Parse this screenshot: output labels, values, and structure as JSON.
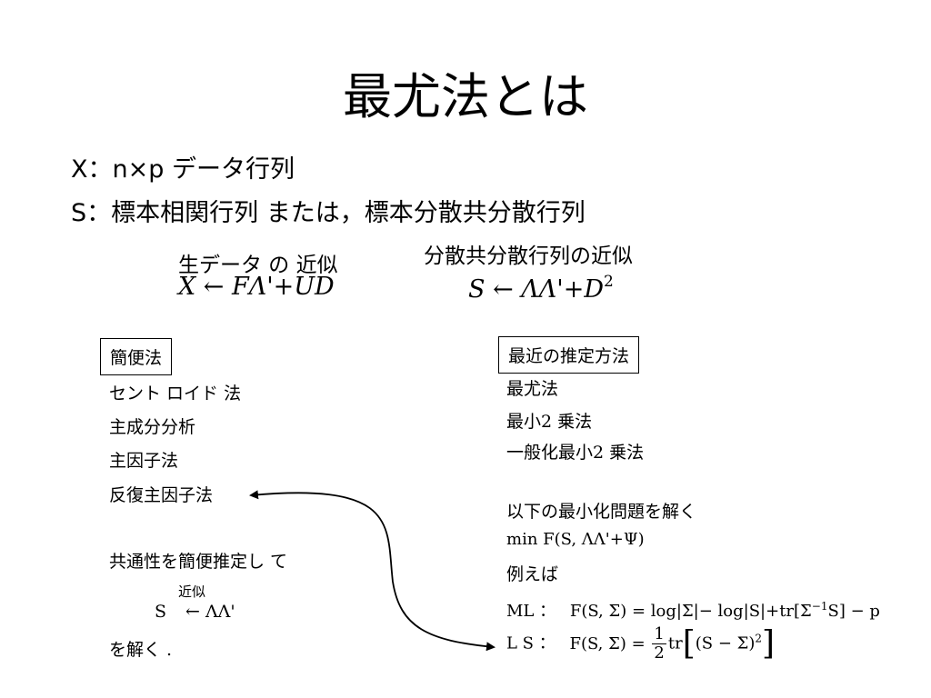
{
  "title": "最尤法とは",
  "bullets": [
    "X：n×p データ行列",
    "S：標本相関行列 または，標本分散共分散行列"
  ],
  "data_approx": {
    "caption": "生データ の 近似",
    "formula": "X ← FΛ'+UD"
  },
  "cov_approx": {
    "caption": "分散共分散行列の近似",
    "formula": "S ← ΛΛ'+D",
    "exponent": "2"
  },
  "left_section": {
    "heading": "簡便法",
    "items": [
      "セント ロイド 法",
      "主成分分析",
      "主因子法",
      "反復主因子法"
    ],
    "note": "共通性を簡便推定し て",
    "approx_label": "近似",
    "relation_lhs": "S",
    "relation_rhs": "← ΛΛ'",
    "closing": "を解く ."
  },
  "right_section": {
    "heading": "最近の推定方法",
    "items": [
      "最尤法",
      "最小2 乗法",
      "一般化最小2 乗法"
    ],
    "problem_intro": "以下の最小化問題を解く",
    "objective": "min F(S, ΛΛ'+Ψ)",
    "example_label": "例えば",
    "ml_label": "ML ：",
    "ml_formula": "F(S, Σ) = log|Σ|− log|S|+tr[Σ",
    "ml_exponent": "−1",
    "ml_tail": "S] − p",
    "ls_label": "L S ：",
    "ls_formula_head": "F(S, Σ) =",
    "ls_frac_num": "1",
    "ls_frac_den": "2",
    "ls_tr": "tr",
    "ls_inner": "(S − Σ)",
    "ls_exponent": "2"
  }
}
